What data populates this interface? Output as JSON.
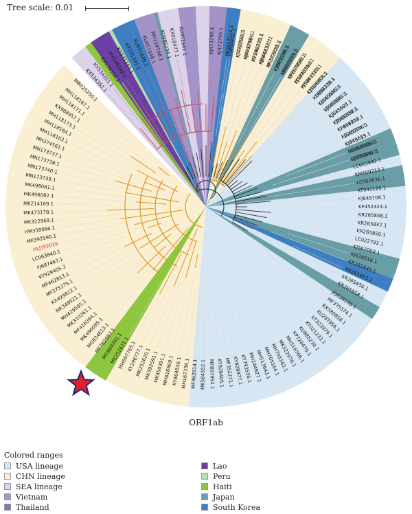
{
  "scale_label": "Tree scale: 0.01",
  "caption": "ORF1ab",
  "legend_title": "Colored ranges",
  "legend": [
    {
      "label": "USA lineage",
      "color": "#d6e6f3"
    },
    {
      "label": "CHN lineage",
      "color": "#fbefd3"
    },
    {
      "label": "SEA lineage",
      "color": "#dcd3ea"
    },
    {
      "label": "Vietnam",
      "color": "#a493c9"
    },
    {
      "label": "Thailand",
      "color": "#8a72b7"
    },
    {
      "label": "Lao",
      "color": "#6c3fa2"
    },
    {
      "label": "Peru",
      "color": "#b8ddb0"
    },
    {
      "label": "Haiti",
      "color": "#8fc63f"
    },
    {
      "label": "Japan",
      "color": "#6a9ea6"
    },
    {
      "label": "South Korea",
      "color": "#3d7fc1"
    }
  ],
  "highlight_label": "HLJYP2016",
  "sectors": [
    {
      "from": -130,
      "to": 31,
      "color": "#d6e6f3"
    },
    {
      "from": 31,
      "to": 95,
      "color": "#d6e6f3"
    },
    {
      "from": 95,
      "to": 225,
      "color": "#fbefd3"
    },
    {
      "from": 228,
      "to": 276,
      "color": "#dcd3ea"
    },
    {
      "from": 276,
      "to": 312,
      "color": "#fbefd3"
    },
    {
      "from": -65,
      "to": -59,
      "color": "#6a9ea6"
    },
    {
      "from": -85,
      "to": -80,
      "color": "#3d7fc1"
    },
    {
      "from": -108,
      "to": -104,
      "color": "#6a9ea6"
    },
    {
      "from": -113,
      "to": -108,
      "color": "#3d7fc1"
    },
    {
      "from": -118,
      "to": -113,
      "color": "#3d7fc1"
    },
    {
      "from": -121,
      "to": -118,
      "color": "#b8ddb0"
    },
    {
      "from": -127,
      "to": -122,
      "color": "#8fc63f"
    },
    {
      "from": 15,
      "to": 21,
      "color": "#6a9ea6"
    },
    {
      "from": 21,
      "to": 25,
      "color": "#3d7fc1"
    },
    {
      "from": 30,
      "to": 34,
      "color": "#6a9ea6"
    },
    {
      "from": -23,
      "to": -15,
      "color": "#6a9ea6"
    },
    {
      "from": -12,
      "to": -6,
      "color": "#6a9ea6"
    },
    {
      "from": 120,
      "to": 127,
      "color": "#8fc63f"
    },
    {
      "from": 235,
      "to": 241,
      "color": "#6c3fa2"
    },
    {
      "from": 249,
      "to": 255,
      "color": "#a493c9"
    },
    {
      "from": 262,
      "to": 267,
      "color": "#a493c9"
    },
    {
      "from": 271,
      "to": 276,
      "color": "#a493c9"
    }
  ],
  "leaves": [
    {
      "label": "KJ473798.1",
      "angle": -88
    },
    {
      "label": "KJ473795.1",
      "angle": -85
    },
    {
      "label": "MG837012.1",
      "angle": -82
    },
    {
      "label": "KJ473797.1",
      "angle": -78
    },
    {
      "label": "KJ473796.1",
      "angle": -75
    },
    {
      "label": "KC196276.1",
      "angle": -72
    },
    {
      "label": "KJ645637.1",
      "angle": -69
    },
    {
      "label": "KF272920.1",
      "angle": -66
    },
    {
      "label": "KJ645638.1",
      "angle": -63
    },
    {
      "label": "KF650373.1",
      "angle": -60
    },
    {
      "label": "KF267450.1",
      "angle": -57
    },
    {
      "label": "KJ584355.1",
      "angle": -54
    },
    {
      "label": "KJ584356.1",
      "angle": -51
    },
    {
      "label": "KJ584357.1",
      "angle": -48
    },
    {
      "label": "KF650370.1",
      "angle": -45
    },
    {
      "label": "KJ645636.1",
      "angle": -42
    },
    {
      "label": "KJ645635.1",
      "angle": -39
    },
    {
      "label": "KJ645695.1",
      "angle": -36
    },
    {
      "label": "KJ645700.1",
      "angle": -33
    },
    {
      "label": "KF468752.1",
      "angle": -30
    },
    {
      "label": "KJ645704.1",
      "angle": -27
    },
    {
      "label": "KJ778615.1",
      "angle": -24
    },
    {
      "label": "LC063846.1",
      "angle": -21
    },
    {
      "label": "LC063847.1",
      "angle": -18
    },
    {
      "label": "LC063849.1",
      "angle": -15
    },
    {
      "label": "KM609213.1",
      "angle": -12
    },
    {
      "label": "LC063836.1",
      "angle": -9
    },
    {
      "label": "KT941120.1",
      "angle": -6
    },
    {
      "label": "KJ645708.1",
      "angle": -3
    },
    {
      "label": "KF452323.1",
      "angle": 0
    },
    {
      "label": "KR265848.1",
      "angle": 3
    },
    {
      "label": "KR265847.1",
      "angle": 6
    },
    {
      "label": "KR265850.1",
      "angle": 9
    },
    {
      "label": "LC022792.1",
      "angle": 12
    },
    {
      "label": "KJ567050.1",
      "angle": 15
    },
    {
      "label": "KJ620016.1",
      "angle": 18
    },
    {
      "label": "KR265849.1",
      "angle": 21
    },
    {
      "label": "KR265853.1",
      "angle": 24
    },
    {
      "label": "KR265856.1",
      "angle": 27
    },
    {
      "label": "KR265858.1",
      "angle": 30
    },
    {
      "label": "JQ638108.1",
      "angle": 34
    },
    {
      "label": "MF375374.1",
      "angle": 37
    },
    {
      "label": "KX580958.1",
      "angle": 40
    },
    {
      "label": "KU297956.1",
      "angle": 43
    },
    {
      "label": "KT323979.1",
      "angle": 46
    },
    {
      "label": "KT021232.1",
      "angle": 49
    },
    {
      "label": "KU985230.1",
      "angle": 52
    },
    {
      "label": "KP728470.1",
      "angle": 55
    },
    {
      "label": "MH316566.1",
      "angle": 58
    },
    {
      "label": "MK322970.1",
      "angle": 61
    },
    {
      "label": "MH705163.1",
      "angle": 64
    },
    {
      "label": "MH705164.1",
      "angle": 67
    },
    {
      "label": "MH513643.1",
      "angle": 70
    },
    {
      "label": "MH244927.1",
      "angle": 73
    },
    {
      "label": "KY793536.1",
      "angle": 76
    },
    {
      "label": "KY828977.1",
      "angle": 79
    },
    {
      "label": "MF352271.1",
      "angle": 82
    },
    {
      "label": "KY929405.1",
      "angle": 85
    },
    {
      "label": "MF807952.1",
      "angle": 88
    },
    {
      "label": "MK584552.1",
      "angle": 91
    },
    {
      "label": "MF462814.1",
      "angle": 94
    },
    {
      "label": "MH167336.1",
      "angle": 97
    },
    {
      "label": "KY864830.1",
      "angle": 100
    },
    {
      "label": "MH816969.1",
      "angle": 103
    },
    {
      "label": "MK450391.1",
      "angle": 106
    },
    {
      "label": "MK392591.1",
      "angle": 109
    },
    {
      "label": "MK252620.1",
      "angle": 112
    },
    {
      "label": "KY296777.1",
      "angle": 115
    },
    {
      "label": "MH697765.1",
      "angle": 118
    },
    {
      "label": "MK252621.1",
      "angle": 121
    },
    {
      "label": "MG969301.1",
      "angle": 124
    },
    {
      "label": "MF782687.1",
      "angle": 127
    },
    {
      "label": "MG934613.1",
      "angle": 130
    },
    {
      "label": "MK496085.1",
      "angle": 133
    },
    {
      "label": "MF416394.1",
      "angle": 136
    },
    {
      "label": "MK310261.1",
      "angle": 139
    },
    {
      "label": "MH429595.1",
      "angle": 142
    },
    {
      "label": "MK348521.1",
      "angle": 145
    },
    {
      "label": "KX499822.1",
      "angle": 148
    },
    {
      "label": "MF375375.1",
      "angle": 151
    },
    {
      "label": "MF462813.1",
      "angle": 154
    },
    {
      "label": "KY929405.2",
      "angle": 157
    },
    {
      "label": "FJ687467.1",
      "angle": 160
    },
    {
      "label": "LC063840.1",
      "angle": 163
    },
    {
      "label": "HLJYP2016",
      "angle": 166,
      "highlight": true
    },
    {
      "label": "MK392590.1",
      "angle": 169
    },
    {
      "label": "HM358066.1",
      "angle": 172
    },
    {
      "label": "MK322969.1",
      "angle": 175
    },
    {
      "label": "MK473178.1",
      "angle": 178
    },
    {
      "label": "MK214169.1",
      "angle": 181
    },
    {
      "label": "MK496082.1",
      "angle": 184
    },
    {
      "label": "MK496081.1",
      "angle": 187
    },
    {
      "label": "MN173739.1",
      "angle": 190
    },
    {
      "label": "MN173740.1",
      "angle": 193
    },
    {
      "label": "MN173738.1",
      "angle": 196
    },
    {
      "label": "MN173737.1",
      "angle": 199
    },
    {
      "label": "MH374561.1",
      "angle": 202
    },
    {
      "label": "MH118163.1",
      "angle": 205
    },
    {
      "label": "MH118164.1",
      "angle": 208
    },
    {
      "label": "MH118173.1",
      "angle": 211
    },
    {
      "label": "KX988957.1",
      "angle": 214
    },
    {
      "label": "MH118171.1",
      "angle": 217
    },
    {
      "label": "MH118167.1",
      "angle": 220
    },
    {
      "label": "MB025250.1",
      "angle": 224
    },
    {
      "label": "KX534352.1",
      "angle": 229
    },
    {
      "label": "KX534351.1",
      "angle": 232
    },
    {
      "label": "KX834350.1",
      "angle": 235
    },
    {
      "label": "KX534349.1",
      "angle": 238
    },
    {
      "label": "KX531344.1",
      "angle": 241
    },
    {
      "label": "KX531345.1",
      "angle": 244
    },
    {
      "label": "KU051649.1",
      "angle": 247
    },
    {
      "label": "KU051648.1",
      "angle": 250
    },
    {
      "label": "MH118168.1",
      "angle": 253
    },
    {
      "label": "KU985234.1",
      "angle": 256
    },
    {
      "label": "KX018477.1",
      "angle": 259
    },
    {
      "label": "KU051641.1",
      "angle": 262
    },
    {
      "label": "JQ860442.1",
      "angle": 279
    },
    {
      "label": "KF760558.1",
      "angle": 282
    },
    {
      "label": "MF642324.1",
      "angle": 285
    },
    {
      "label": "MF642323.1",
      "angle": 288
    },
    {
      "label": "MF642322.1",
      "angle": 291
    },
    {
      "label": "MF373725.1",
      "angle": 294
    },
    {
      "label": "KY825245.1",
      "angle": 297
    },
    {
      "label": "MK652061.1",
      "angle": 300
    },
    {
      "label": "MN178591.1",
      "angle": 303
    },
    {
      "label": "MT076794.1",
      "angle": 306
    },
    {
      "label": "MT061379.1",
      "angle": 309
    },
    {
      "label": "KY929404.1",
      "angle": 312
    },
    {
      "label": "KU984334.1",
      "angle": 315
    },
    {
      "label": "LC063843.1",
      "angle": 318
    },
    {
      "label": "LC063842.1",
      "angle": 321
    },
    {
      "label": "KJ645603.1",
      "angle": 324
    },
    {
      "label": "KT968558.1",
      "angle": 327
    },
    {
      "label": "KF804028.1",
      "angle": 330
    },
    {
      "label": "KC210146.1",
      "angle": 333
    },
    {
      "label": "KJ645653.1",
      "angle": 336
    },
    {
      "label": "MG837019.1",
      "angle": 339
    },
    {
      "label": "KJ645646.1",
      "angle": 342
    }
  ]
}
